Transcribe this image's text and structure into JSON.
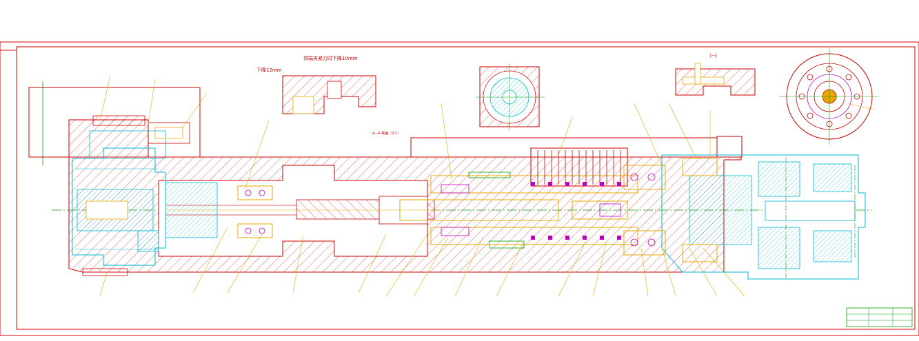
{
  "drawing": {
    "annotations": {
      "top_note": "顶端夹紧刀时下降10mm",
      "left_note": "下降12mm",
      "section_note": "A—A 截面（2:1）",
      "section_jj": "J—J"
    },
    "colors": {
      "frame": "#d40000",
      "section": "#cc0000",
      "leader": "#e6a800",
      "component": "#00b8d4",
      "detail": "#c000c0",
      "centerline": "#00a000",
      "background": "#ffffff"
    }
  }
}
